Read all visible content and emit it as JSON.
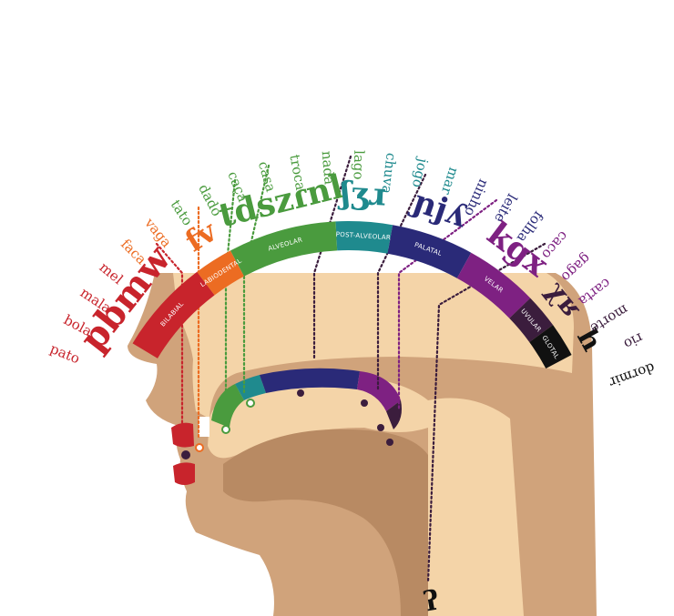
{
  "colors": {
    "bilabial": "#c8242c",
    "labiodental": "#ec6c22",
    "alveolar": "#4a9b3e",
    "postalveolar": "#1f8a8e",
    "palatal": "#2a2a78",
    "velar": "#7e2182",
    "uvular": "#3b1d3d",
    "glottal": "#111111",
    "skin": "#d0a37b",
    "skin_light": "#f4d4a8",
    "skin_dark": "#b88a63"
  },
  "places": [
    {
      "key": "bilabial",
      "label": "BILABIAL",
      "phonemes": "pbmw"
    },
    {
      "key": "labiodental",
      "label": "LABIODENTAL",
      "phonemes": "fv"
    },
    {
      "key": "alveolar",
      "label": "ALVEOLAR",
      "phonemes": "tdszɾnl"
    },
    {
      "key": "postalveolar",
      "label": "POST-ALVEOLAR",
      "phonemes": "ʃʒɹ"
    },
    {
      "key": "palatal",
      "label": "PALATAL",
      "phonemes": "ɲjʎ"
    },
    {
      "key": "velar",
      "label": "VELAR",
      "phonemes": "kgx"
    },
    {
      "key": "uvular",
      "label": "UVULAR",
      "phonemes": "χʁ"
    },
    {
      "key": "glottal",
      "label": "GLOTAL",
      "phonemes": "h"
    }
  ],
  "words": [
    {
      "text": "pato",
      "place": "bilabial"
    },
    {
      "text": "bola",
      "place": "bilabial"
    },
    {
      "text": "mala",
      "place": "bilabial"
    },
    {
      "text": "mel",
      "place": "bilabial"
    },
    {
      "text": "faca",
      "place": "labiodental"
    },
    {
      "text": "vaga",
      "place": "labiodental"
    },
    {
      "text": "tato",
      "place": "alveolar"
    },
    {
      "text": "dado",
      "place": "alveolar"
    },
    {
      "text": "caça",
      "place": "alveolar"
    },
    {
      "text": "casa",
      "place": "alveolar"
    },
    {
      "text": "troca",
      "place": "alveolar"
    },
    {
      "text": "nada",
      "place": "alveolar"
    },
    {
      "text": "lago",
      "place": "alveolar"
    },
    {
      "text": "chuva",
      "place": "postalveolar"
    },
    {
      "text": "jogo",
      "place": "postalveolar"
    },
    {
      "text": "mar",
      "place": "postalveolar"
    },
    {
      "text": "ninho",
      "place": "palatal"
    },
    {
      "text": "leite",
      "place": "palatal"
    },
    {
      "text": "folha",
      "place": "palatal"
    },
    {
      "text": "caco",
      "place": "velar"
    },
    {
      "text": "gago",
      "place": "velar"
    },
    {
      "text": "carta",
      "place": "velar"
    },
    {
      "text": "morte",
      "place": "uvular"
    },
    {
      "text": "rio",
      "place": "uvular"
    },
    {
      "text": "dormir",
      "place": "glottal"
    }
  ],
  "bottom_glyph": "ʔ"
}
